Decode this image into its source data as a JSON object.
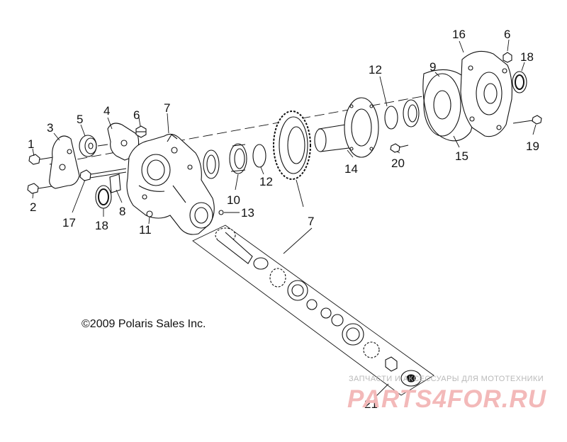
{
  "copyright": "©2009 Polaris Sales Inc.",
  "watermark": {
    "caption": "ЗАПЧАСТИ И АКСЕССУАРЫ ДЛЯ МОТОТЕХНИКИ",
    "logo": "PARTS4FOR.RU"
  },
  "callouts": [
    {
      "id": "c1",
      "label": "1"
    },
    {
      "id": "c2",
      "label": "2"
    },
    {
      "id": "c3",
      "label": "3"
    },
    {
      "id": "c4",
      "label": "4"
    },
    {
      "id": "c5",
      "label": "5"
    },
    {
      "id": "c6a",
      "label": "6"
    },
    {
      "id": "c6b",
      "label": "6"
    },
    {
      "id": "c7a",
      "label": "7"
    },
    {
      "id": "c7b",
      "label": "7"
    },
    {
      "id": "c8",
      "label": "8"
    },
    {
      "id": "c9",
      "label": "9"
    },
    {
      "id": "c10",
      "label": "10"
    },
    {
      "id": "c11",
      "label": "11"
    },
    {
      "id": "c12a",
      "label": "12"
    },
    {
      "id": "c12b",
      "label": "12"
    },
    {
      "id": "c13",
      "label": "13"
    },
    {
      "id": "c14",
      "label": "14"
    },
    {
      "id": "c15",
      "label": "15"
    },
    {
      "id": "c16",
      "label": "16"
    },
    {
      "id": "c17",
      "label": "17"
    },
    {
      "id": "c18a",
      "label": "18"
    },
    {
      "id": "c18b",
      "label": "18"
    },
    {
      "id": "c19",
      "label": "19"
    },
    {
      "id": "c20",
      "label": "20"
    },
    {
      "id": "c21",
      "label": "21"
    }
  ]
}
